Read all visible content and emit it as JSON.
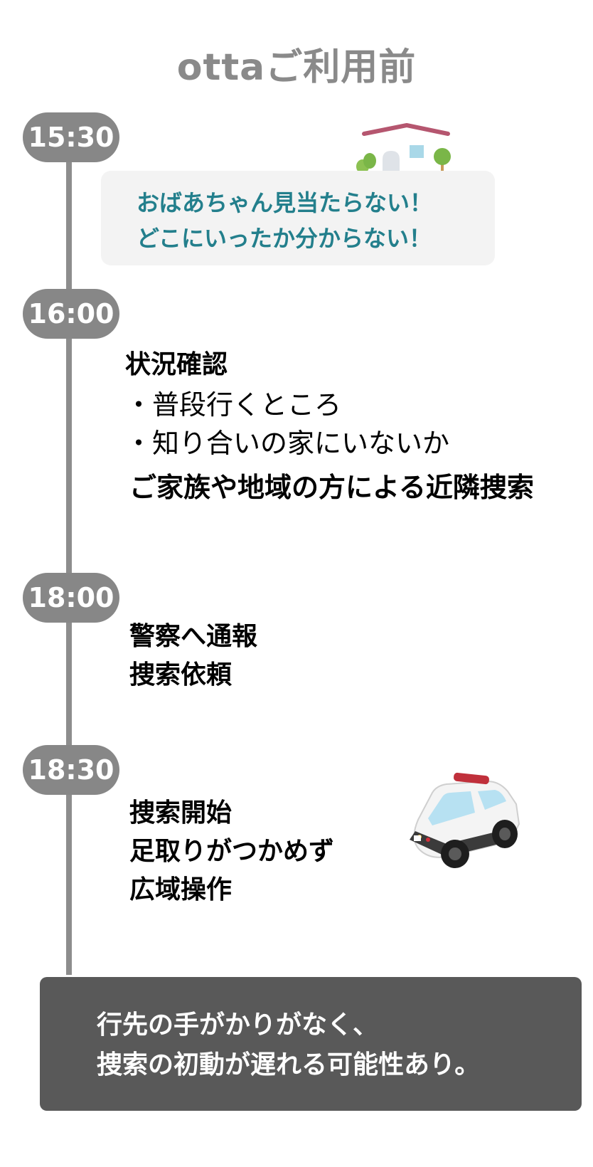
{
  "title": "ottaご利用前",
  "timeline": [
    {
      "time": "15:30"
    },
    {
      "time": "16:00"
    },
    {
      "time": "18:00"
    },
    {
      "time": "18:30"
    }
  ],
  "speech": {
    "line1": "おばあちゃん見当たらない！",
    "line2": "どこにいったか分からない！"
  },
  "step_1600": {
    "heading": "状況確認",
    "bullet1": "・普段行くところ",
    "bullet2": "・知り合いの家にいないか",
    "action": "ご家族や地域の方による近隣捜索"
  },
  "step_1800": {
    "line1": "警察へ通報",
    "line2": "捜索依頼"
  },
  "step_1830": {
    "line1": "捜索開始",
    "line2": "足取りがつかめず",
    "line3": "広域操作"
  },
  "summary": {
    "line1": "行先の手がかりがなく、",
    "line2": "捜索の初動が遅れる可能性あり。"
  },
  "colors": {
    "title": "#8a8a8a",
    "timeline": "#878787",
    "speech_text": "#237f8c",
    "speech_bg": "#f3f3f3",
    "summary_bg": "#595959",
    "house_roof": "#b5566f",
    "tree": "#7ab648"
  },
  "icons": {
    "house": "house-icon",
    "police_car": "police-car-icon"
  }
}
